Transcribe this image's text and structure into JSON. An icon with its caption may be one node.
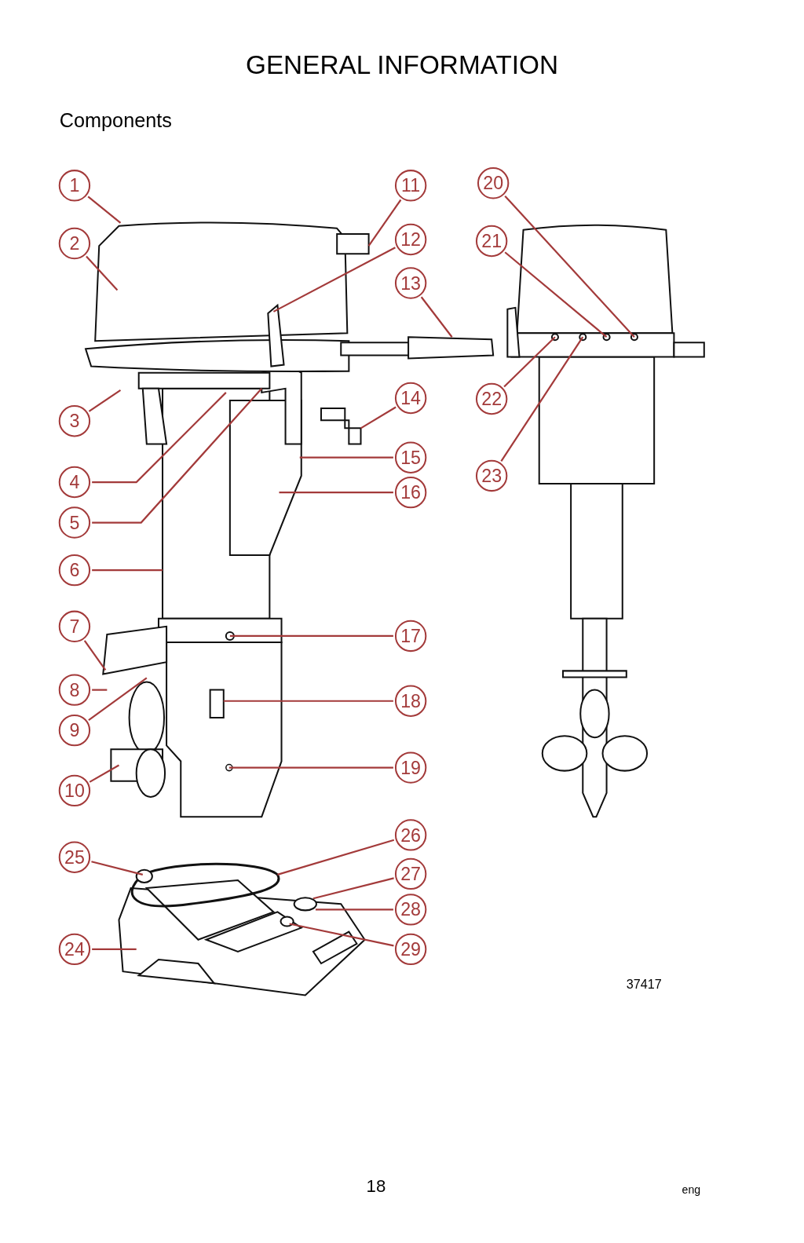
{
  "diagram": {
    "title": "GENERAL INFORMATION",
    "nodes": [
      {
        "text": [
          "1"
        ]
      },
      {
        "text": [
          "2"
        ]
      },
      {
        "text": [
          "3"
        ]
      },
      {
        "text": [
          "4"
        ]
      },
      {
        "text": [
          "5"
        ]
      },
      {
        "text": [
          "6"
        ]
      },
      {
        "text": [
          "7"
        ]
      },
      {
        "text": [
          "8"
        ]
      },
      {
        "text": [
          "9"
        ]
      },
      {
        "text": [
          "10"
        ]
      },
      {
        "text": [
          "11"
        ]
      },
      {
        "text": [
          "12"
        ]
      },
      {
        "text": [
          "13"
        ]
      },
      {
        "text": [
          "14"
        ]
      },
      {
        "text": [
          "15"
        ]
      },
      {
        "text": [
          "16"
        ]
      },
      {
        "text": [
          "17"
        ]
      },
      {
        "text": [
          "18"
        ]
      },
      {
        "text": [
          "19"
        ]
      },
      {
        "text": [
          "20"
        ]
      },
      {
        "text": [
          "21"
        ]
      },
      {
        "text": [
          "22"
        ]
      },
      {
        "text": [
          "23"
        ]
      },
      {
        "text": [
          "24"
        ]
      },
      {
        "text": [
          "25"
        ]
      },
      {
        "text": [
          "26"
        ]
      },
      {
        "text": [
          "27"
        ]
      },
      {
        "text": [
          "28"
        ]
      },
      {
        "text": [
          "29"
        ]
      }
    ],
    "edges": [
      {
        "from": 0,
        "to": null,
        "arrow": "none"
      },
      {
        "from": 1,
        "to": null,
        "arrow": "none"
      },
      {
        "from": 2,
        "to": null,
        "arrow": "none"
      },
      {
        "from": 3,
        "to": null,
        "arrow": "none"
      },
      {
        "from": 4,
        "to": null,
        "arrow": "none"
      },
      {
        "from": 5,
        "to": null,
        "arrow": "none"
      },
      {
        "from": 6,
        "to": null,
        "arrow": "none"
      },
      {
        "from": 7,
        "to": null,
        "arrow": "none"
      },
      {
        "from": 8,
        "to": null,
        "arrow": "none"
      },
      {
        "from": 9,
        "to": null,
        "arrow": "none"
      },
      {
        "from": 10,
        "to": null,
        "arrow": "none"
      },
      {
        "from": 11,
        "to": null,
        "arrow": "none"
      },
      {
        "from": 12,
        "to": null,
        "arrow": "none"
      },
      {
        "from": 13,
        "to": null,
        "arrow": "none"
      },
      {
        "from": 14,
        "to": null,
        "arrow": "none"
      },
      {
        "from": 15,
        "to": null,
        "arrow": "none"
      },
      {
        "from": 16,
        "to": null,
        "arrow": "none"
      },
      {
        "from": 17,
        "to": null,
        "arrow": "none"
      },
      {
        "from": 18,
        "to": null,
        "arrow": "none"
      },
      {
        "from": 19,
        "to": null,
        "arrow": "none"
      },
      {
        "from": 20,
        "to": null,
        "arrow": "none"
      },
      {
        "from": 21,
        "to": null,
        "arrow": "none"
      },
      {
        "from": 22,
        "to": null,
        "arrow": "none"
      },
      {
        "from": 23,
        "to": null,
        "arrow": "none"
      },
      {
        "from": 24,
        "to": null,
        "arrow": "none"
      },
      {
        "from": 25,
        "to": null,
        "arrow": "none"
      },
      {
        "from": 26,
        "to": null,
        "arrow": "none"
      },
      {
        "from": 27,
        "to": null,
        "arrow": "none"
      },
      {
        "from": 28,
        "to": null,
        "arrow": "none"
      }
    ],
    "labels": [
      "Components",
      "37417",
      "18",
      "eng"
    ]
  }
}
